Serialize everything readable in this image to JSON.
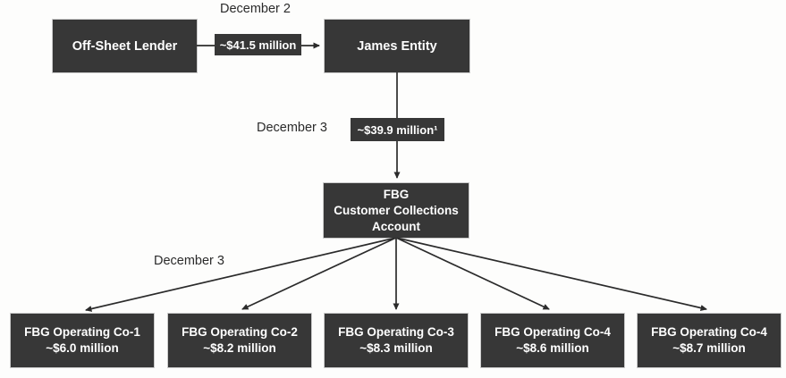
{
  "diagram": {
    "colors": {
      "background": "#fdfdfc",
      "node_fill": "#373737",
      "node_text": "#ffffff",
      "line_color": "#2b2b2b",
      "date_text": "#2b2b2b"
    },
    "nodes": {
      "off_sheet_lender": {
        "label": "Off-Sheet Lender"
      },
      "james_entity": {
        "label": "James Entity"
      },
      "collections_account": {
        "line1": "FBG",
        "line2": "Customer Collections",
        "line3": "Account"
      },
      "operating_cos": [
        {
          "name": "FBG Operating Co-1",
          "amount": "~$6.0 million"
        },
        {
          "name": "FBG Operating Co-2",
          "amount": "~$8.2 million"
        },
        {
          "name": "FBG Operating Co-3",
          "amount": "~$8.3 million"
        },
        {
          "name": "FBG Operating Co-4",
          "amount": "~$8.6 million"
        },
        {
          "name": "FBG Operating Co-4",
          "amount": "~$8.7 million"
        }
      ]
    },
    "edges": {
      "lender_to_james": {
        "date": "December 2",
        "amount": "~$41.5 million"
      },
      "james_to_collections": {
        "date": "December 3",
        "amount": "~$39.9 million¹"
      },
      "collections_to_cos": {
        "date": "December 3"
      }
    }
  }
}
